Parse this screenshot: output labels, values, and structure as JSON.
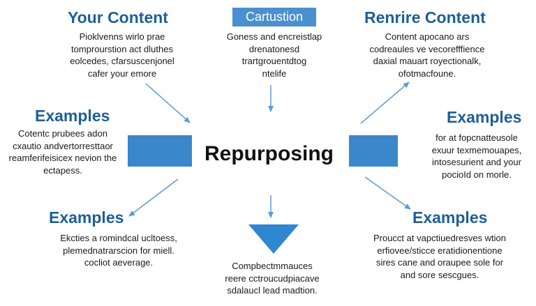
{
  "top_left": {
    "heading": "Your Content",
    "lines": [
      "Pioklvenns wirlo prae",
      "tomprourstion act dluthes",
      "eolcedes, cfarsuscenjonel",
      "cafer your emore"
    ]
  },
  "top_center": {
    "label": "Cartustion",
    "lines": [
      "Goness and encreistlap",
      "drenatonesd",
      "trartgrouentdtog",
      "ntelife"
    ]
  },
  "top_right": {
    "heading": "Renrire Content",
    "lines": [
      "Content apocano ars",
      "codreaules ve vecorefffience",
      "daxial mauart royectionalk,",
      "ofotmacfoune."
    ]
  },
  "mid_left": {
    "heading": "Examples",
    "lines": [
      "Cotentc prubees adon",
      "cxautio andvertorresttaor",
      "reamferifeisicex nevion the",
      "ectapess."
    ]
  },
  "center": {
    "label": "Repurposing"
  },
  "mid_right": {
    "heading": "Examples",
    "lines": [
      "for at fopcnatteusole",
      "exuur texmemouapes,",
      "intosesurient and your",
      "pocioId on morle."
    ]
  },
  "bottom_left": {
    "heading": "Examples",
    "lines": [
      "Ekcties a romindcal ucltoess,",
      "plemednatrarscion for miell.",
      "cocliot aeverage."
    ]
  },
  "bottom_center": {
    "lines": [
      "Compbectmmauces",
      "reere cctroucudpiacave",
      "sdalaucl lead madtion."
    ]
  },
  "bottom_right": {
    "heading": "Examples",
    "lines": [
      "Proucct at vapctiuedresves wtion",
      "erfiovee/sticce eratidionentione",
      "sires cane and oraupee sole for",
      "and sore sescgues."
    ]
  },
  "colors": {
    "heading": "#1e5f99",
    "accent": "#3a87cc",
    "arrow": "#5b9bd5"
  }
}
